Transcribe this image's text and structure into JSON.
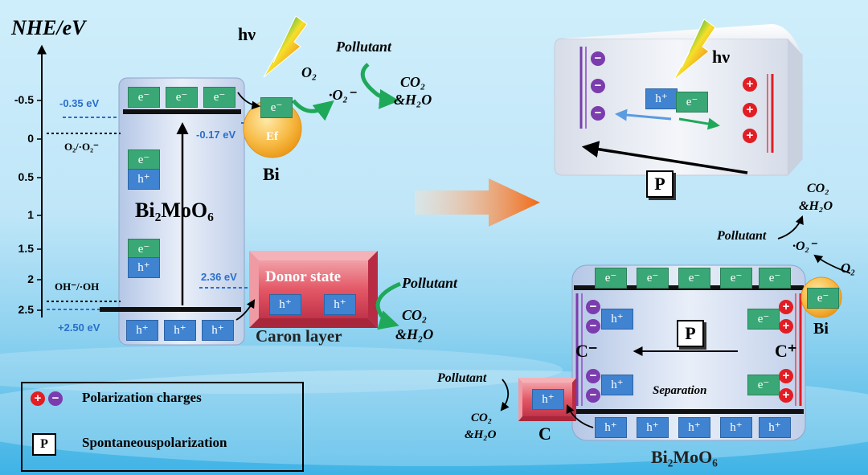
{
  "axis": {
    "title": "NHE/eV",
    "ticks": [
      "-0.5",
      "0",
      "0.5",
      "1",
      "1.5",
      "2",
      "2.5"
    ]
  },
  "energy": {
    "cb_potential": "-0.35 eV",
    "vb_potential": "+2.50 eV",
    "fermi_potential": "-0.17 eV",
    "donor_potential": "2.36 eV",
    "o2_couple": "O₂/·O₂⁻",
    "oh_couple": "OH⁻/·OH"
  },
  "carriers": {
    "electron": "e⁻",
    "hole": "h⁺"
  },
  "labels": {
    "hv": "hν",
    "bi": "Bi",
    "ef": "Ef",
    "o2": "O₂",
    "superoxide": "·O₂⁻",
    "pollutant": "Pollutant",
    "co2_line1": "CO₂",
    "co2_line2": "&H₂O",
    "bi2moo6": "Bi₂MoO₆",
    "donor_state": "Donor  state",
    "carbon_layer": "Caron  layer",
    "separation": "Separation",
    "c_minus": "C⁻",
    "c_plus": "C⁺",
    "c": "C",
    "p": "P"
  },
  "legend": {
    "polarization_charges": "Polarization charges",
    "spontaneous_polarization": "Spontaneouspolarization",
    "p_symbol": "P",
    "plus": "+",
    "minus": "−"
  },
  "colors": {
    "electron": "#3aa876",
    "hole": "#3f83d1",
    "negative_charge": "#7b3cae",
    "positive_charge": "#e21d24",
    "arrow_green": "#1fa85a",
    "potential_blue": "#2a6fc9",
    "carbon_red": "#e0606a"
  }
}
